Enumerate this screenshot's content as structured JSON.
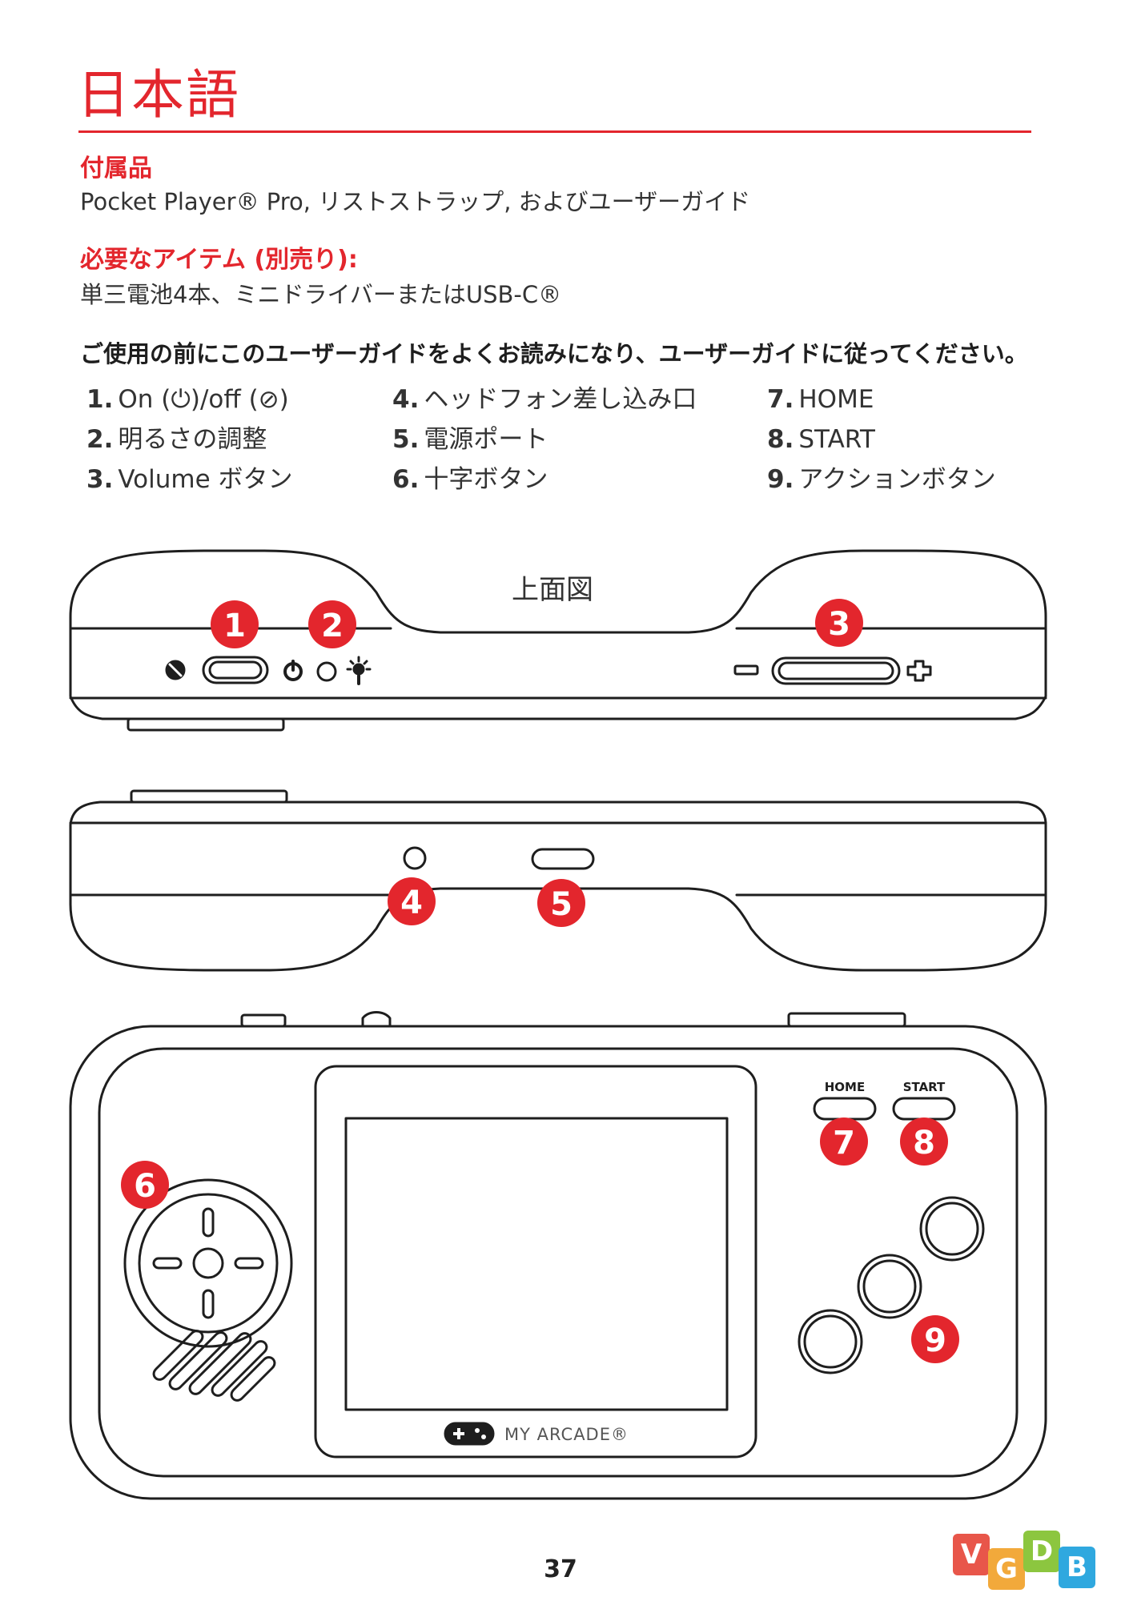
{
  "header": {
    "title": "日本語"
  },
  "included": {
    "heading": "付属品",
    "text": "Pocket Player® Pro, リストストラップ, およびユーザーガイド"
  },
  "required": {
    "heading": "必要なアイテム (別売り):",
    "text": "単三電池4本、ミニドライバーまたはUSB-C®"
  },
  "warning": "ご使用の前にこのユーザーガイドをよくお読みになり、ユーザーガイドに従ってください。",
  "parts": [
    {
      "num": "1.",
      "label": "On (⏻)/off (⊘)"
    },
    {
      "num": "2.",
      "label": "明るさの調整"
    },
    {
      "num": "3.",
      "label": "Volume ボタン"
    },
    {
      "num": "4.",
      "label": "ヘッドフォン差し込み口"
    },
    {
      "num": "5.",
      "label": "電源ポート"
    },
    {
      "num": "6.",
      "label": "十字ボタン"
    },
    {
      "num": "7.",
      "label": "HOME"
    },
    {
      "num": "8.",
      "label": "START"
    },
    {
      "num": "9.",
      "label": "アクションボタン"
    }
  ],
  "diagram": {
    "top_view_label": "上面図",
    "callouts": [
      "1",
      "2",
      "3",
      "4",
      "5",
      "6",
      "7",
      "8",
      "9"
    ],
    "home_button_label": "HOME",
    "start_button_label": "START",
    "brand": "MY ARCADE®",
    "accent_color": "#e3262d"
  },
  "footer": {
    "page_number": "37"
  },
  "watermark": {
    "letters": [
      "V",
      "G",
      "D",
      "B"
    ]
  }
}
